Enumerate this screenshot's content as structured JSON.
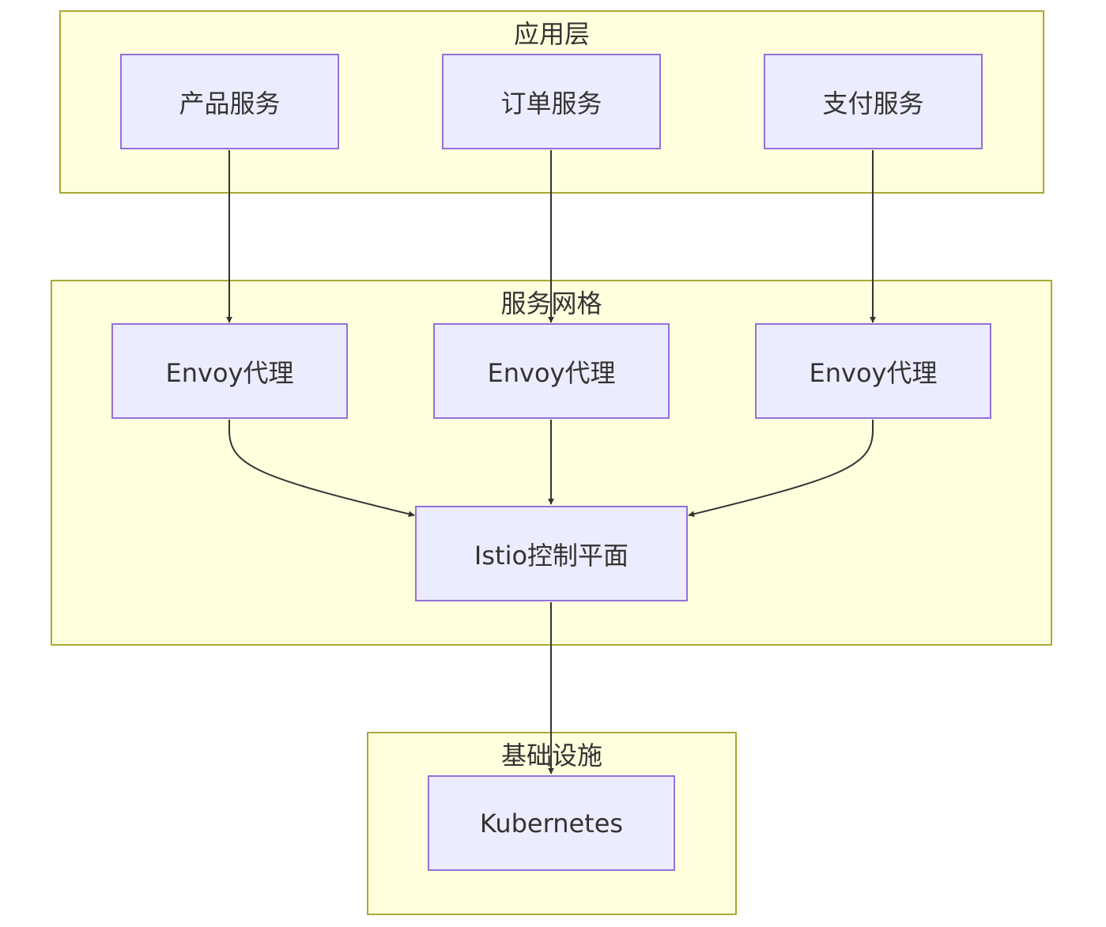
{
  "clusters": {
    "app": {
      "title": "应用层"
    },
    "mesh": {
      "title": "服务网格"
    },
    "infra": {
      "title": "基础设施"
    }
  },
  "nodes": {
    "product": {
      "label": "产品服务"
    },
    "order": {
      "label": "订单服务"
    },
    "payment": {
      "label": "支付服务"
    },
    "envoy1": {
      "label": "Envoy代理"
    },
    "envoy2": {
      "label": "Envoy代理"
    },
    "envoy3": {
      "label": "Envoy代理"
    },
    "istio": {
      "label": "Istio控制平面"
    },
    "k8s": {
      "label": "Kubernetes"
    }
  },
  "edges": [
    {
      "from": "product",
      "to": "envoy1"
    },
    {
      "from": "order",
      "to": "envoy2"
    },
    {
      "from": "payment",
      "to": "envoy3"
    },
    {
      "from": "envoy1",
      "to": "istio"
    },
    {
      "from": "envoy2",
      "to": "istio"
    },
    {
      "from": "envoy3",
      "to": "istio"
    },
    {
      "from": "istio",
      "to": "k8s"
    }
  ],
  "colors": {
    "cluster_fill": "#ffffde",
    "cluster_border": "#aaaa33",
    "node_fill": "#ececff",
    "node_border": "#9370db",
    "edge": "#333333",
    "text": "#333333"
  }
}
